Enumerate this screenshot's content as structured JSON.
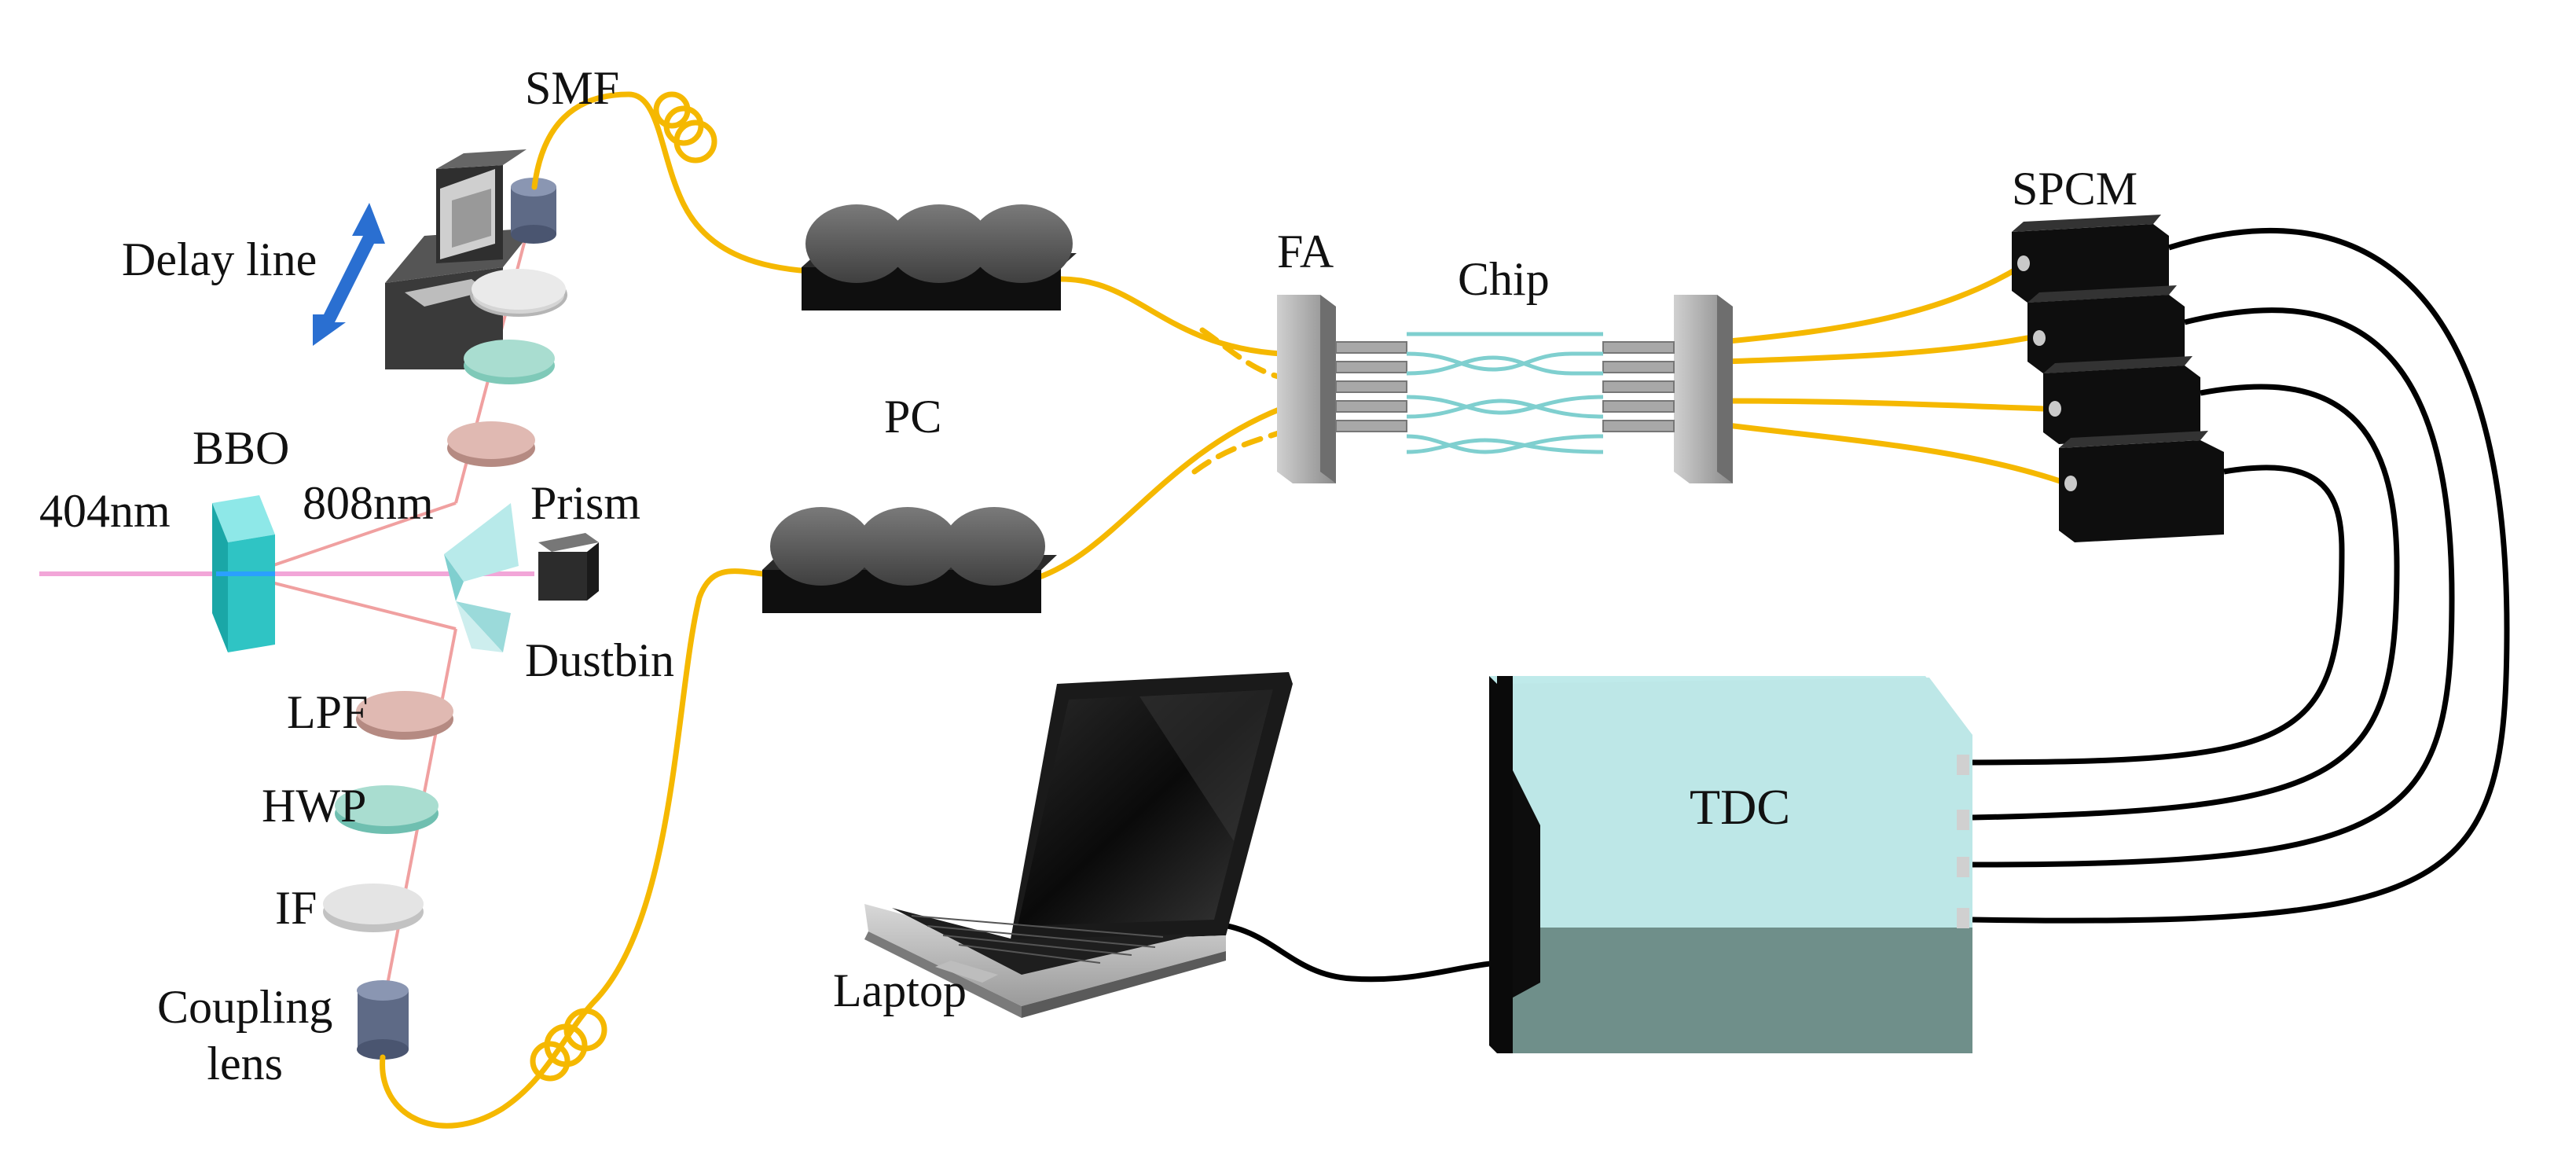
{
  "labels": {
    "smf": "SMF",
    "delay_line": "Delay line",
    "bbo": "BBO",
    "wavelength_pump": "404nm",
    "wavelength_signal": "808nm",
    "prism": "Prism",
    "dustbin": "Dustbin",
    "lpf": "LPF",
    "hwp": "HWP",
    "if": "IF",
    "coupling_lens_line1": "Coupling",
    "coupling_lens_line2": "lens",
    "pc": "PC",
    "fa": "FA",
    "chip": "Chip",
    "spcm": "SPCM",
    "tdc": "TDC",
    "laptop": "Laptop"
  },
  "colors": {
    "fiber": "#f5b800",
    "pump_beam": "#f2a6d8",
    "signal_beam": "#f0a0a0",
    "waveguide": "#7fcfcf",
    "tdc_top": "#bfeaea",
    "tdc_front": "#bde7e7",
    "tdc_bottom": "#6f8f8a",
    "device_black": "#111111",
    "bbo_crystal": "#2fc4c4",
    "cable": "#000000"
  },
  "icons": {
    "delay_arrow": "double-arrow-icon",
    "laptop": "laptop-icon",
    "fiber_loops": "fiber-coil-icon"
  }
}
